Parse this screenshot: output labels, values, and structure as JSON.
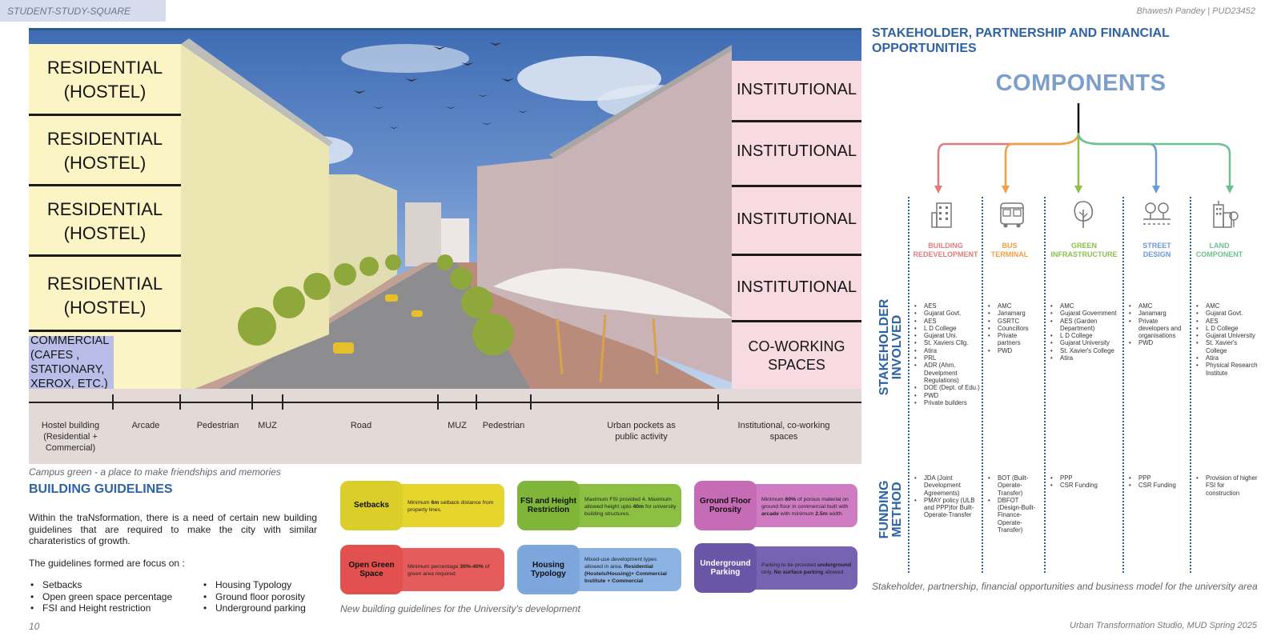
{
  "header": {
    "tag": "STUDENT-STUDY-SQUARE",
    "author": "Bhawesh Pandey | PUD23452"
  },
  "render": {
    "residential_label": "RESIDENTIAL (HOSTEL)",
    "commercial_label": "COMMERCIAL (CAFES , STATIONARY, XEROX, ETC.)",
    "institutional_label": "INSTITUTIONAL",
    "coworking_label": "CO-WORKING SPACES",
    "zones": [
      "Hostel building (Residential + Commercial)",
      "Arcade",
      "Pedestrian",
      "MUZ",
      "Road",
      "MUZ",
      "Pedestrian",
      "Urban pockets as public activity",
      "Institutional, co-working spaces"
    ],
    "caption": "Campus green - a place to make friendships and memories"
  },
  "guidelines": {
    "title": "BUILDING GUIDELINES",
    "intro": "Within the traNsformation, there is a need of certain new building guidelines that are required to make the city with similar charateristics of growth.",
    "focus": "The guidelines formed are focus on :",
    "list_left": [
      "Setbacks",
      "Open green space percentage",
      "FSI and Height restriction"
    ],
    "list_right": [
      "Housing Typology",
      "Ground floor porosity",
      "Underground parking"
    ],
    "caption": "New building guidelines for the University's development",
    "cards": [
      {
        "title": "Setbacks",
        "desc_parts": [
          "Minimum ",
          "6m",
          " setback distance from property lines."
        ],
        "color_box": "#dbcd2a",
        "color_bar": "#e6d52c"
      },
      {
        "title": "FSI and Height Restriction",
        "desc_parts": [
          "Maximum FSI provided 4. Maximum allowed height upto ",
          "40m",
          " for university building structures."
        ],
        "color_box": "#7fb539",
        "color_bar": "#8cc043"
      },
      {
        "title": "Ground Floor Porosity",
        "desc_parts": [
          "Minimum ",
          "60%",
          " of porous material on ground floor in commercial built with ",
          "arcade",
          " with minimum ",
          "2.5m",
          " width."
        ],
        "color_box": "#c66bb6",
        "color_bar": "#cf7cc2"
      },
      {
        "title": "Open Green Space",
        "desc_parts": [
          "Minimum percentage ",
          "30%-40%",
          " of green area required."
        ],
        "color_box": "#e25050",
        "color_bar": "#e65c5c"
      },
      {
        "title": "Housing Typology",
        "desc_parts": [
          "Mixed-use development types allowed in area. ",
          "Residential (Hostels/Housing)+ Commercial Institute + Commercial"
        ],
        "color_box": "#7ca6dc",
        "color_bar": "#8db3e4"
      },
      {
        "title": "Underground Parking",
        "desc_parts": [
          "Parking to be provided ",
          "underground",
          " only. ",
          "No surface parking",
          " allowed"
        ],
        "color_box": "#6a55a7",
        "color_bar": "#7863b2"
      }
    ]
  },
  "stakeholder": {
    "title": "STAKEHOLDER, PARTNERSHIP AND FINANCIAL OPPORTUNITIES",
    "components_title": "COMPONENTS",
    "row_stakeholders": "STAKEHOLDER INVOLVED",
    "row_funding": "FUNDING METHOD",
    "components": [
      {
        "name": "BUILDING REDEVELOPMENT",
        "color": "#e07c7c",
        "icon": "building-icon",
        "stakeholders": [
          "AES",
          "Gujarat Govt.",
          "AES",
          "L D College",
          "Gujarat Uni.",
          "St. Xaviers Cllg.",
          "Atira",
          "PRL",
          "ADR (Ahm. Develpment Regulations)",
          "DOE (Dept. of Edu.)",
          "PWD",
          "Private builders"
        ],
        "funding": [
          "JDA (Joint Development Agreements)",
          "PMAY policy (ULB and PPP)for Built-Operate-Transfer"
        ]
      },
      {
        "name": "BUS TERMINAL",
        "color": "#f0a044",
        "icon": "bus-icon",
        "stakeholders": [
          "AMC",
          "Janamarg",
          "GSRTC",
          "Councillors",
          "Private partners",
          "PWD"
        ],
        "funding": [
          "BOT (Built-Operate-Transfer)",
          "DBFOT (Design-Built-Finance-Operate-Transfer)"
        ]
      },
      {
        "name": "GREEN INFRASTRUCTURE",
        "color": "#8cc04a",
        "icon": "tree-icon",
        "stakeholders": [
          "AMC",
          "Gujarat Government",
          "AES (Garden Department)",
          "L D College",
          "Gujarat University",
          "St. Xavier's College",
          "Atira"
        ],
        "funding": [
          "PPP",
          "CSR Funding"
        ]
      },
      {
        "name": "STREET DESIGN",
        "color": "#6c9ad6",
        "icon": "street-icon",
        "stakeholders": [
          "AMC",
          "Janamarg",
          "Private developers and organisations",
          "PWD"
        ],
        "funding": [
          "PPP",
          "CSR Funding"
        ]
      },
      {
        "name": "LAND COMPONENT",
        "color": "#6cc28e",
        "icon": "land-icon",
        "stakeholders": [
          "AMC",
          "Gujarat Govt.",
          "AES",
          "L D College",
          "Gujarat University",
          "St. Xavier's College",
          "Atira",
          "Physical Research Institute"
        ],
        "funding": [
          "Provision of higher FSI for construction"
        ]
      }
    ],
    "caption": "Stakeholder, partnership, financial opportunities and business model for the university area"
  },
  "footer": {
    "page_number": "10",
    "studio": "Urban Transformation Studio, MUD Spring 2025"
  }
}
